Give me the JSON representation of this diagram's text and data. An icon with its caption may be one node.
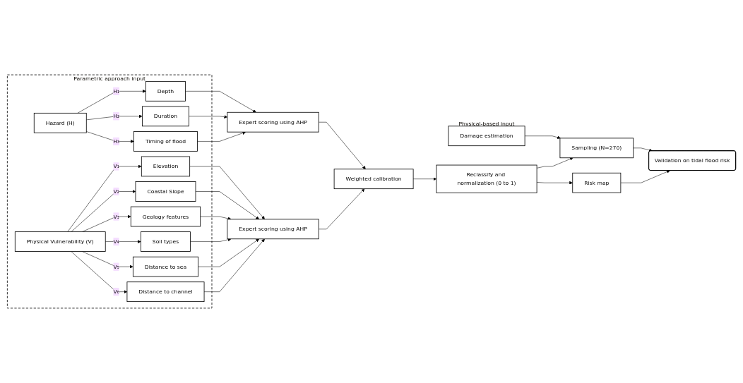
{
  "diagram": {
    "nodes": [
      {
        "text": [
          "Parametric approach input"
        ]
      },
      {
        "text": [
          "Hazard (H)"
        ],
        "in": 0
      },
      {
        "text": [
          "Depth"
        ],
        "in": 0
      },
      {
        "text": [
          "Duration"
        ],
        "in": 0
      },
      {
        "text": [
          "Timing of flood"
        ],
        "in": 0
      },
      {
        "text": [
          "Physical Vulnerability (V)"
        ],
        "in": 0
      },
      {
        "text": [
          "Elevation"
        ],
        "in": 0
      },
      {
        "text": [
          "Coastal Slope"
        ],
        "in": 0
      },
      {
        "text": [
          "Geology features"
        ],
        "in": 0
      },
      {
        "text": [
          "Soil types"
        ],
        "in": 0
      },
      {
        "text": [
          "Distance to sea"
        ],
        "in": 0
      },
      {
        "text": [
          "Distance to channel"
        ],
        "in": 0
      },
      {
        "text": [
          "Expert scoring using AHP"
        ]
      },
      {
        "text": [
          "Weighted calibration"
        ]
      },
      {
        "text": [
          "Expert scoring using AHP"
        ]
      },
      {
        "text": [
          "Damage estimation"
        ],
        "beside": [
          "Physical-based input"
        ]
      },
      {
        "text": [
          "Sampling (N=270)"
        ]
      },
      {
        "text": [
          "Reclassify and normalization (0 to 1)"
        ]
      },
      {
        "text": [
          "Risk map"
        ]
      },
      {
        "text": [
          "Validation on tidal flood risk"
        ]
      }
    ],
    "edges": [
      {
        "from": 1,
        "to": 2,
        "arrow": "to",
        "label": "H₁"
      },
      {
        "from": 1,
        "to": 3,
        "arrow": "to",
        "label": "H₂"
      },
      {
        "from": 1,
        "to": 4,
        "arrow": "to",
        "label": "H₃"
      },
      {
        "from": 5,
        "to": 6,
        "arrow": "to",
        "label": "V₁"
      },
      {
        "from": 5,
        "to": 7,
        "arrow": "to",
        "label": "V₂"
      },
      {
        "from": 5,
        "to": 8,
        "arrow": "to",
        "label": "V₃"
      },
      {
        "from": 5,
        "to": 9,
        "arrow": "to",
        "label": "V₄"
      },
      {
        "from": 5,
        "to": 10,
        "arrow": "to",
        "label": "V₅"
      },
      {
        "from": 5,
        "to": 11,
        "arrow": "to",
        "label": "V₆"
      },
      {
        "from": 2,
        "to": 12,
        "arrow": "to"
      },
      {
        "from": 3,
        "to": 12,
        "arrow": "to"
      },
      {
        "from": 4,
        "to": 12,
        "arrow": "to"
      },
      {
        "from": 6,
        "to": 14,
        "arrow": "to"
      },
      {
        "from": 7,
        "to": 14,
        "arrow": "to"
      },
      {
        "from": 8,
        "to": 14,
        "arrow": "to"
      },
      {
        "from": 9,
        "to": 14,
        "arrow": "to"
      },
      {
        "from": 10,
        "to": 14,
        "arrow": "to"
      },
      {
        "from": 11,
        "to": 14,
        "arrow": "to"
      },
      {
        "from": 12,
        "to": 13,
        "arrow": "to"
      },
      {
        "from": 14,
        "to": 13,
        "arrow": "to"
      },
      {
        "from": 13,
        "to": 17,
        "arrow": "to"
      },
      {
        "from": 15,
        "to": 16,
        "arrow": "to"
      },
      {
        "from": 17,
        "to": 16,
        "arrow": "to"
      },
      {
        "from": 17,
        "to": 18,
        "arrow": "to"
      },
      {
        "from": 16,
        "to": 19,
        "arrow": "to"
      },
      {
        "from": 18,
        "to": 19,
        "arrow": "to"
      }
    ]
  }
}
